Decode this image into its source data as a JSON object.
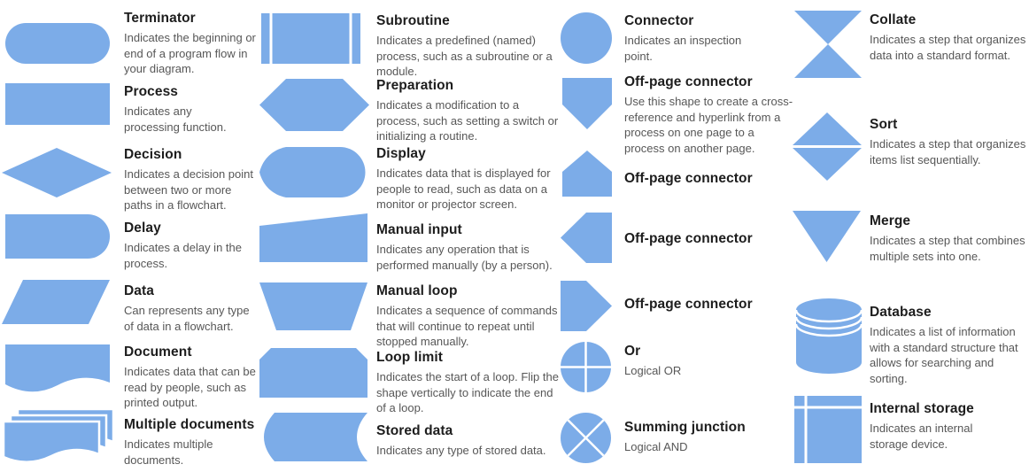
{
  "palette": {
    "shape_fill": "#7CACE8",
    "shape_detail": "#FFFFFF",
    "title_color": "#1D1D1D",
    "description_color": "#575757",
    "background": "#FFFFFF"
  },
  "columns": [
    {
      "items": [
        {
          "shape": "terminator",
          "title": "Terminator",
          "description": "Indicates the beginning or end of a program flow in your diagram."
        },
        {
          "shape": "process",
          "title": "Process",
          "description": "Indicates any processing function."
        },
        {
          "shape": "decision",
          "title": "Decision",
          "description": "Indicates a decision point between two or more paths in a flowchart."
        },
        {
          "shape": "delay",
          "title": "Delay",
          "description": "Indicates a delay in the process."
        },
        {
          "shape": "data",
          "title": "Data",
          "description": "Can represents any type of data in a flowchart."
        },
        {
          "shape": "document",
          "title": "Document",
          "description": "Indicates data that can be read by people, such as printed output."
        },
        {
          "shape": "multiple-documents",
          "title": "Multiple documents",
          "description": "Indicates multiple documents."
        }
      ]
    },
    {
      "items": [
        {
          "shape": "subroutine",
          "title": "Subroutine",
          "description": "Indicates a predefined (named) process, such as a subroutine or a module."
        },
        {
          "shape": "preparation",
          "title": "Preparation",
          "description": "Indicates a modification to a process, such as setting a switch or initializing a routine."
        },
        {
          "shape": "display",
          "title": "Display",
          "description": "Indicates data that is displayed for people to read, such as data on a monitor or projector screen."
        },
        {
          "shape": "manual-input",
          "title": "Manual input",
          "description": "Indicates any operation that is performed manually (by a person)."
        },
        {
          "shape": "manual-loop",
          "title": "Manual loop",
          "description": "Indicates a sequence of commands that will continue to repeat until stopped manually."
        },
        {
          "shape": "loop-limit",
          "title": "Loop limit",
          "description": "Indicates the start of a loop. Flip the shape vertically to indicate the end of a loop."
        },
        {
          "shape": "stored-data",
          "title": "Stored data",
          "description": "Indicates any type of stored data."
        }
      ]
    },
    {
      "items": [
        {
          "shape": "connector",
          "title": "Connector",
          "description": "Indicates an inspection point."
        },
        {
          "shape": "off-page-connector-down",
          "title": "Off-page connector",
          "description": "Use this shape to create a cross-reference and hyperlink from a process on one page to a process on another page."
        },
        {
          "shape": "off-page-connector-up",
          "title": "Off-page connector",
          "description": ""
        },
        {
          "shape": "off-page-connector-left",
          "title": "Off-page connector",
          "description": ""
        },
        {
          "shape": "off-page-connector-right",
          "title": "Off-page connector",
          "description": ""
        },
        {
          "shape": "or",
          "title": "Or",
          "description": "Logical OR"
        },
        {
          "shape": "summing-junction",
          "title": "Summing junction",
          "description": "Logical AND"
        }
      ]
    },
    {
      "items": [
        {
          "shape": "collate",
          "title": "Collate",
          "description": "Indicates a step that organizes data into a standard format."
        },
        {
          "shape": "sort",
          "title": "Sort",
          "description": "Indicates a step that organizes items list sequentially."
        },
        {
          "shape": "merge",
          "title": "Merge",
          "description": "Indicates a step that combines multiple sets into one."
        },
        {
          "shape": "database",
          "title": "Database",
          "description": "Indicates a list of information with a standard structure that allows for searching and sorting."
        },
        {
          "shape": "internal-storage",
          "title": "Internal storage",
          "description": "Indicates an internal storage device."
        }
      ]
    }
  ]
}
